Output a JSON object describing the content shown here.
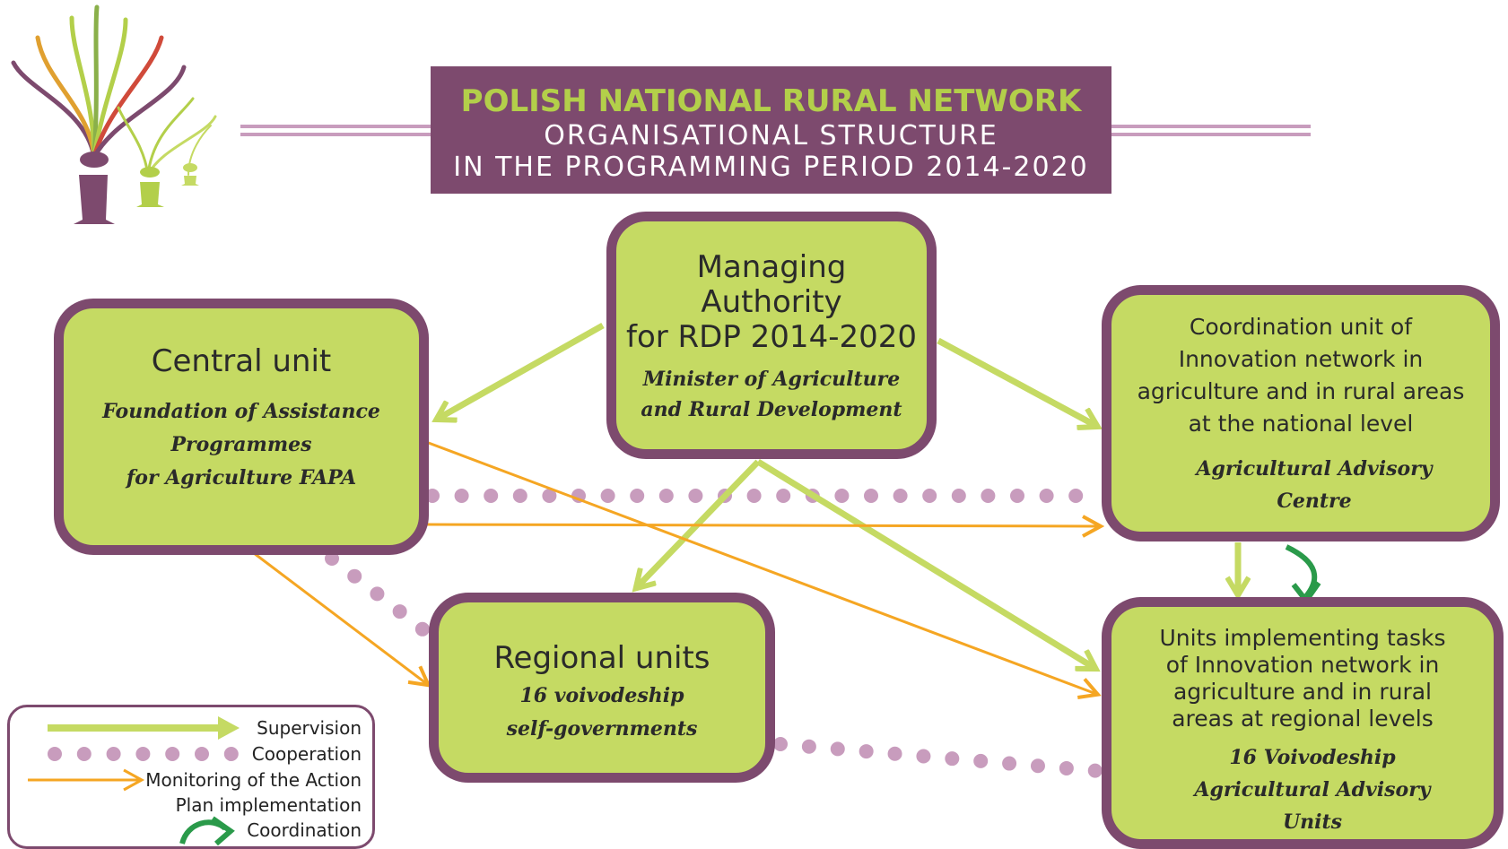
{
  "header": {
    "title": "POLISH NATIONAL RURAL NETWORK",
    "subtitle_line1": "ORGANISATIONAL STRUCTURE",
    "subtitle_line2": "IN THE PROGRAMMING PERIOD 2014-2020"
  },
  "managing_authority": {
    "title_line1": "Managing",
    "title_line2": "Authority",
    "title_line3": "for RDP 2014-2020",
    "sub_line1": "Minister of Agriculture",
    "sub_line2": "and Rural Development"
  },
  "central_unit": {
    "title": "Central unit",
    "sub_line1": "Foundation of Assistance",
    "sub_line2": "Programmes",
    "sub_line3": "for Agriculture FAPA"
  },
  "coordination_unit": {
    "line1": "Coordination unit of",
    "line2": "Innovation network in",
    "line3": "agriculture and in rural areas",
    "line4": "at the national level",
    "sub_line1": "Agricultural Advisory",
    "sub_line2": "Centre"
  },
  "regional_units": {
    "title": "Regional units",
    "sub_line1": "16 voivodeship",
    "sub_line2": "self-governments"
  },
  "implementing_units": {
    "line1": "Units implementing tasks",
    "line2": "of Innovation network in",
    "line3": "agriculture and in rural",
    "line4": "areas at regional levels",
    "sub_line1": "16 Voivodeship",
    "sub_line2": "Agricultural Advisory",
    "sub_line3": "Units"
  },
  "legend": {
    "supervision": "Supervision",
    "cooperation": "Cooperation",
    "monitoring_line1": "Monitoring of the Action",
    "monitoring_line2": "Plan implementation",
    "coordination": "Coordination"
  },
  "colors": {
    "purple": "#7d4a6e",
    "green_box": "#c5da63",
    "supervision": "#c5da63",
    "cooperation": "#c89cbd",
    "monitoring": "#f5a623",
    "coordination": "#2a9a4a",
    "header_title": "#b3cf4a"
  }
}
